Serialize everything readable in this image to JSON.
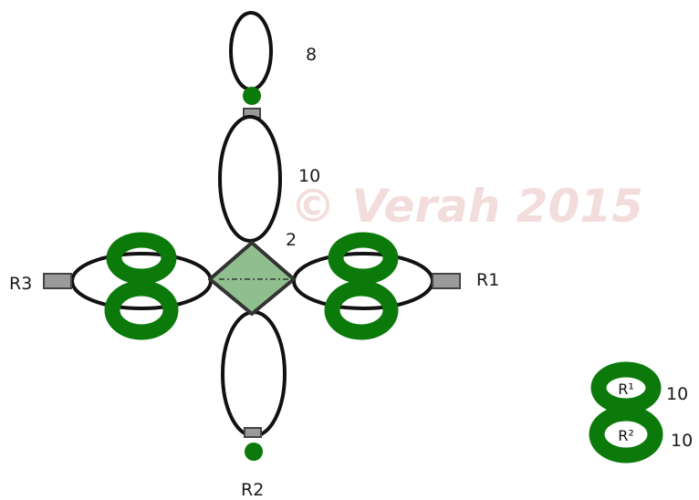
{
  "watermark": "© Verah 2015",
  "labels": {
    "top_small_loop": "8",
    "top_large_loop": "10",
    "center_picot": "2",
    "right_ring": "R1",
    "bottom_ring": "R2",
    "left_ring": "R3"
  },
  "legend": {
    "ring_1_label": "R¹",
    "ring_2_label": "R²",
    "ring_1_count": "10",
    "ring_2_count": "10"
  },
  "colors": {
    "thread": "#111111",
    "ring_green": "#0b7a0b",
    "center_fill": "#8fbf8f",
    "join_grey": "#9a9a9a",
    "watermark": "#f3dcdc"
  }
}
